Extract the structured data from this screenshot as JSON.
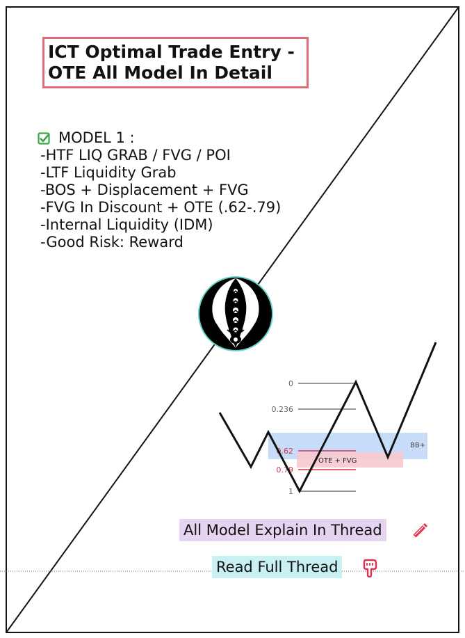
{
  "title": {
    "line1": "ICT Optimal Trade Entry -",
    "line2": "OTE All Model In Detail"
  },
  "model": {
    "heading": "MODEL 1 :",
    "items": [
      "-HTF LIQ GRAB / FVG / POI",
      "-LTF Liquidity Grab",
      "-BOS + Displacement + FVG",
      "-FVG In Discount + OTE (.62-.79)",
      "-Internal Liquidity (IDM)",
      "-Good Risk: Reward"
    ]
  },
  "diagram": {
    "fib_levels": [
      {
        "label": "0",
        "value": 0,
        "color": "#666666"
      },
      {
        "label": "0.236",
        "value": 0.236,
        "color": "#666666"
      },
      {
        "label": "0.62",
        "value": 0.62,
        "color": "#e0304a"
      },
      {
        "label": "0.79",
        "value": 0.79,
        "color": "#e0304a"
      },
      {
        "label": "1",
        "value": 1,
        "color": "#666666"
      }
    ],
    "zones": {
      "bb_label": "BB+",
      "ote_label": "OTE + FVG"
    },
    "colors": {
      "bb_zone": "#bcd6f7",
      "ote_zone": "#f6c9cf",
      "accent": "#e0304a"
    }
  },
  "buttons": {
    "explain": "All Model Explain In Thread",
    "read": "Read Full Thread"
  },
  "icons": {
    "check": "check-square-icon",
    "logo": "circular-emblem-icon",
    "pencil": "pencil-icon",
    "hand": "pointing-hand-icon"
  },
  "colors": {
    "title_border": "#e06c78",
    "explain_bg": "#e4d4ef",
    "read_bg": "#c9f0f3",
    "check": "#3aa64a",
    "icon_red": "#e0304a"
  }
}
